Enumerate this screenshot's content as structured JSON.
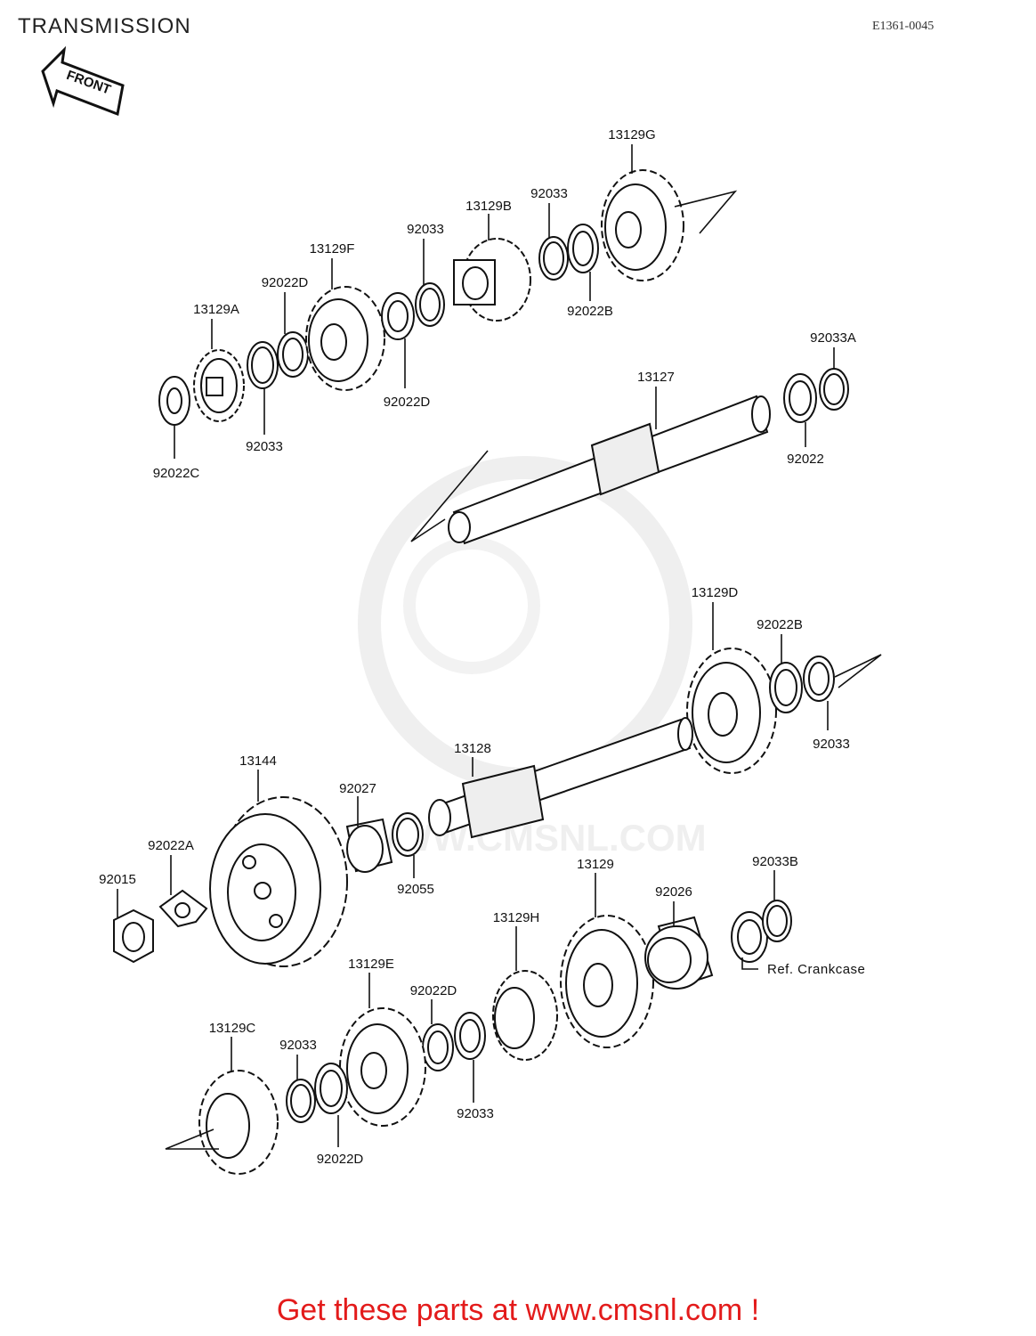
{
  "header": {
    "title": "TRANSMISSION",
    "diagram_code": "E1361-0045",
    "front_arrow_label": "FRONT"
  },
  "labels": {
    "p13129G": "13129G",
    "p92033_a": "92033",
    "p13129B": "13129B",
    "p92033_b": "92033",
    "p13129F": "13129F",
    "p92022D_a": "92022D",
    "p13129A": "13129A",
    "p92022B_a": "92022B",
    "p92022D_b": "92022D",
    "p92033_c": "92033",
    "p92022C": "92022C",
    "p13127": "13127",
    "p92033A": "92033A",
    "p92022": "92022",
    "p13129D": "13129D",
    "p92022B_b": "92022B",
    "p92033_d": "92033",
    "p13128": "13128",
    "p13144": "13144",
    "p92027": "92027",
    "p92022A": "92022A",
    "p92015": "92015",
    "p92055": "92055",
    "p13129": "13129",
    "p92033B": "92033B",
    "p92026": "92026",
    "p13129H": "13129H",
    "p13129E": "13129E",
    "p92022D_c": "92022D",
    "p13129C": "13129C",
    "p92033_e": "92033",
    "p92033_f": "92033",
    "p92022D_d": "92022D",
    "ref_crankcase": "Ref.  Crankcase"
  },
  "watermark": "WWW.CMSNL.COM",
  "footer": "Get these parts at www.cmsnl.com !",
  "colors": {
    "footer_text": "#e31b1b",
    "line_art": "#111111",
    "watermark": "#e6e6e6"
  }
}
